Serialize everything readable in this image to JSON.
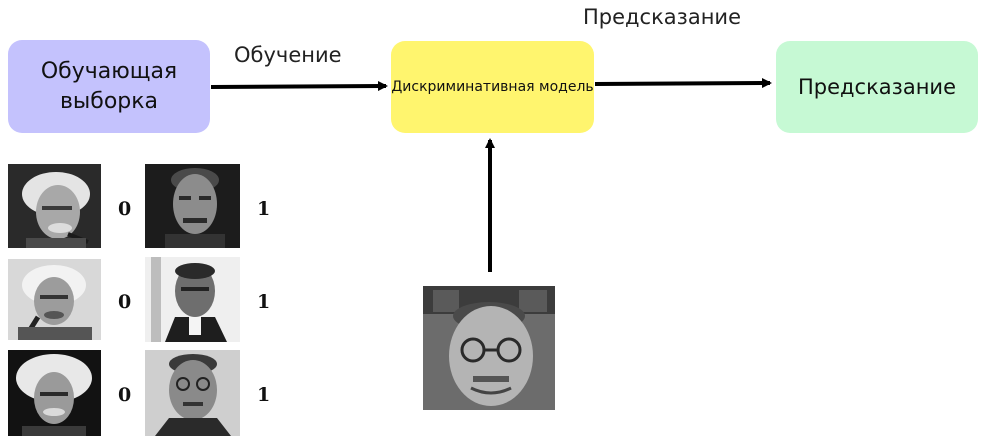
{
  "diagram": {
    "training_box_text": "Обучающая выборка",
    "model_box_text": "Дискриминативная модель",
    "prediction_box_text": "Предсказание",
    "edge_training_label": "Обучение",
    "top_prediction_label": "Предсказание",
    "colors": {
      "training_box": "#c4c2fd",
      "model_box": "#fff56e",
      "prediction_box": "#c6f9d4",
      "arrow": "#000000"
    }
  },
  "dataset": {
    "rows": [
      {
        "left_label": "0",
        "right_label": "1"
      },
      {
        "left_label": "0",
        "right_label": "1"
      },
      {
        "left_label": "0",
        "right_label": "1"
      }
    ]
  }
}
